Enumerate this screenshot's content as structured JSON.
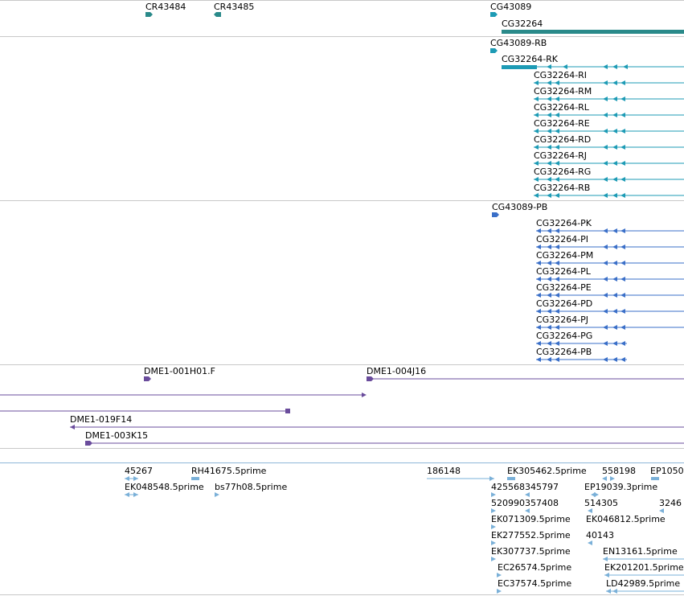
{
  "colors": {
    "gene": "#2a8a8a",
    "transcript": "#1d9bb5",
    "protein": "#3a6fc8",
    "clone": "#6a4c9c",
    "est": "#7ab0d8",
    "divider": "#c8c8c8"
  },
  "genes": [
    {
      "name": "CR43484"
    },
    {
      "name": "CR43485"
    },
    {
      "name": "CG43089"
    },
    {
      "name": "CG32264"
    }
  ],
  "transcripts": [
    {
      "name": "CG43089-RB"
    },
    {
      "name": "CG32264-RK"
    },
    {
      "name": "CG32264-RI"
    },
    {
      "name": "CG32264-RM"
    },
    {
      "name": "CG32264-RL"
    },
    {
      "name": "CG32264-RE"
    },
    {
      "name": "CG32264-RD"
    },
    {
      "name": "CG32264-RJ"
    },
    {
      "name": "CG32264-RG"
    },
    {
      "name": "CG32264-RB"
    }
  ],
  "proteins": [
    {
      "name": "CG43089-PB"
    },
    {
      "name": "CG32264-PK"
    },
    {
      "name": "CG32264-PI"
    },
    {
      "name": "CG32264-PM"
    },
    {
      "name": "CG32264-PL"
    },
    {
      "name": "CG32264-PE"
    },
    {
      "name": "CG32264-PD"
    },
    {
      "name": "CG32264-PJ"
    },
    {
      "name": "CG32264-PG"
    },
    {
      "name": "CG32264-PB"
    }
  ],
  "clones": [
    {
      "name": "DME1-001H01.F"
    },
    {
      "name": "DME1-004J16"
    },
    {
      "name": "DME1-019F14"
    },
    {
      "name": "DME1-003K15"
    }
  ],
  "ests": [
    {
      "name": "45267"
    },
    {
      "name": "RH41675.5prime"
    },
    {
      "name": "186148"
    },
    {
      "name": "EK305462.5prime"
    },
    {
      "name": "558198"
    },
    {
      "name": "EP1050"
    },
    {
      "name": "EK048548.5prime"
    },
    {
      "name": "bs77h08.5prime"
    },
    {
      "name": "425568"
    },
    {
      "name": "345797"
    },
    {
      "name": "EP19039.3prime"
    },
    {
      "name": "520990"
    },
    {
      "name": "357408"
    },
    {
      "name": "514305"
    },
    {
      "name": "3246"
    },
    {
      "name": "EK071309.5prime"
    },
    {
      "name": "EK046812.5prime"
    },
    {
      "name": "EK277552.5prime"
    },
    {
      "name": "40143"
    },
    {
      "name": "EK307737.5prime"
    },
    {
      "name": "EN13161.5prime"
    },
    {
      "name": "EC26574.5prime"
    },
    {
      "name": "EK201201.5prime"
    },
    {
      "name": "EC37574.5prime"
    },
    {
      "name": "LD42989.5prime"
    }
  ]
}
